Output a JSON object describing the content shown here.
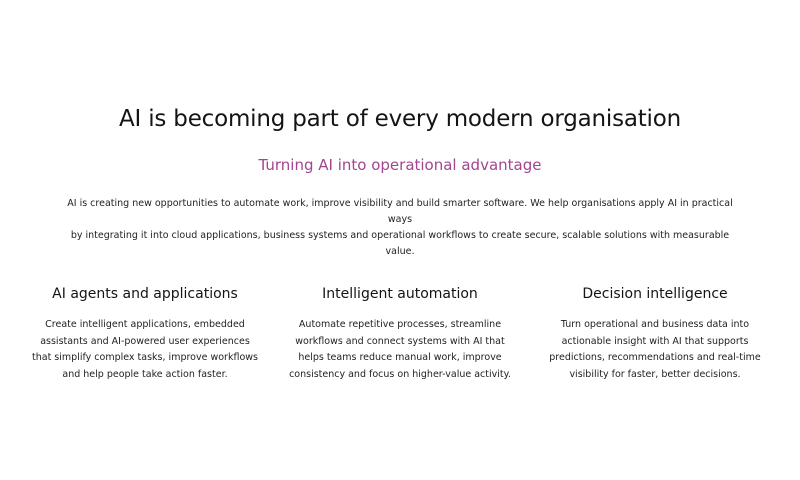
{
  "hero": {
    "headline": "AI is becoming part of every modern organisation",
    "subheadline": "Turning AI into operational advantage",
    "intro_line1": "AI is creating new opportunities to automate work, improve visibility and build smarter software. We help organisations apply AI in practical ways",
    "intro_line2": "by integrating it into cloud applications, business systems and operational workflows to create secure, scalable solutions with measurable value."
  },
  "features": [
    {
      "title": "AI agents and applications",
      "description": "Create intelligent applications, embedded assistants and AI-powered user experiences that simplify complex tasks, improve workflows and help people take action faster."
    },
    {
      "title": "Intelligent automation",
      "description": "Automate repetitive processes, streamline workflows and connect systems with AI that helps teams reduce manual work, improve consistency and focus on higher-value activity."
    },
    {
      "title": "Decision intelligence",
      "description": "Turn operational and business data into actionable insight with AI that supports predictions, recommendations and real-time visibility for faster, better decisions."
    }
  ],
  "colors": {
    "accent": "#a3458f",
    "text": "#141414",
    "background": "#ffffff"
  }
}
